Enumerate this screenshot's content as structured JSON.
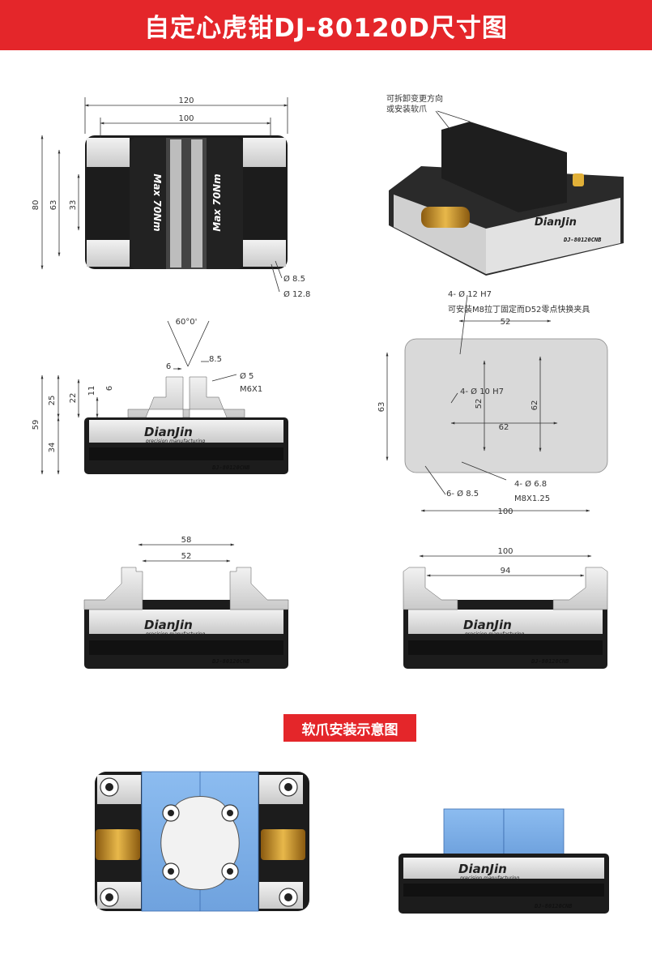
{
  "header": {
    "title": "自定心虎钳DJ-80120D尺寸图"
  },
  "section2": {
    "title": "软爪安装示意图"
  },
  "brand": {
    "name": "DianJin",
    "tagline": "precision manufacturing",
    "model": "DJ-80120CNB"
  },
  "top_view": {
    "dims": {
      "w120": "120",
      "w100": "100",
      "h80": "80",
      "h63": "63",
      "h33": "33",
      "d85": "Ø 8.5",
      "d128": "Ø 12.8"
    },
    "torque": "Max 70Nm"
  },
  "iso_view": {
    "note_line1": "可拆卸变更方向",
    "note_line2": "或安装软爪"
  },
  "front_view": {
    "dims": {
      "angle": "60°0'",
      "d6": "6",
      "d85": "8.5",
      "d5": "Ø 5",
      "m6": "M6X1",
      "h59": "59",
      "h25": "25",
      "h22": "22",
      "h11": "11",
      "h6": "6",
      "h34": "34"
    }
  },
  "bottom_view": {
    "dims": {
      "note1": "4- Ø 12 H7",
      "note2": "可安装M8拉丁固定而D52零点快换夹具",
      "w52": "52",
      "h63": "63",
      "v52": "52",
      "v62": "62",
      "h62": "62",
      "d10": "4- Ø 10 H7",
      "d68": "4- Ø 6.8",
      "m8": "M8X1.25",
      "d85": "6- Ø 8.5",
      "w100": "100"
    }
  },
  "side_a": {
    "dims": {
      "w58": "58",
      "w52": "52"
    }
  },
  "side_b": {
    "dims": {
      "w100": "100",
      "w94": "94"
    }
  },
  "colors": {
    "accent": "#e4262a",
    "soft_jaw": "#7fb0e8",
    "body": "#1c1c1c",
    "steel": "#d9d9d9"
  }
}
